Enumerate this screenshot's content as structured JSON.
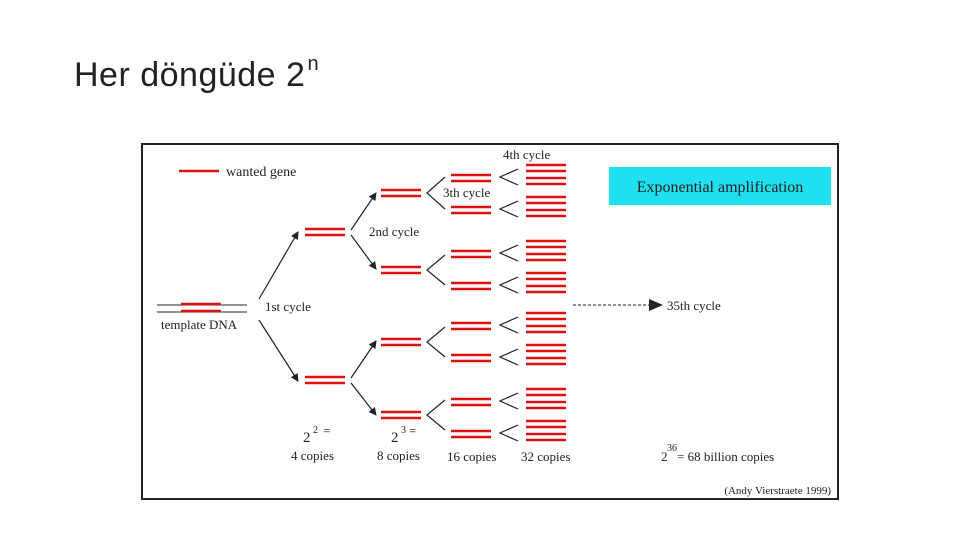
{
  "slide": {
    "title": "Her döngüde 2",
    "title_sup": "n"
  },
  "figure": {
    "legend_label": "wanted gene",
    "template_label": "template DNA",
    "cycle_labels": {
      "first": "1st cycle",
      "second": "2nd cycle",
      "third": "3th cycle",
      "fourth": "4th cycle",
      "final": "35th cycle"
    },
    "banner": "Exponential amplification",
    "counts": {
      "c4_base": "2",
      "c4_exp": "2",
      "c4_eq": "=",
      "c4_text": "4 copies",
      "c8_base": "2",
      "c8_exp": "3",
      "c8_eq": "=",
      "c8_text": "8 copies",
      "c16_text": "16 copies",
      "c32_text": "32 copies",
      "c35_base": "2",
      "c35_exp": "36",
      "c35_text": "= 68 billion copies"
    },
    "credit": "(Andy Vierstraete 1999)",
    "colors": {
      "strand": "#e01010",
      "banner_bg": "#1ee0f0",
      "arrow": "#222222"
    }
  }
}
